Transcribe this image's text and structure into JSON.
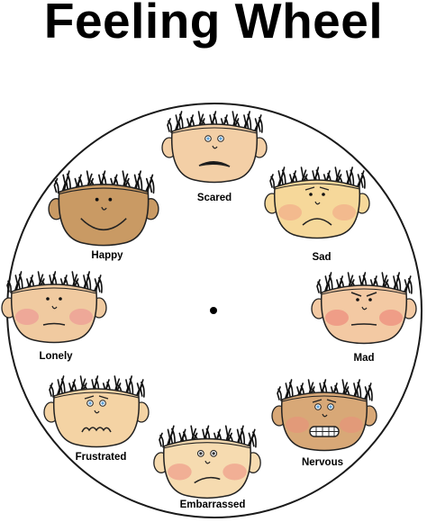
{
  "title": "Feeling Wheel",
  "emotions": [
    {
      "label": "Scared",
      "skin": "#f3cfa6",
      "cheek": "none"
    },
    {
      "label": "Sad",
      "skin": "#f6d89a",
      "cheek": "#f2b08a"
    },
    {
      "label": "Mad",
      "skin": "#f3c9a3",
      "cheek": "#ee8d7e"
    },
    {
      "label": "Nervous",
      "skin": "#d8a877",
      "cheek": "#e5957a"
    },
    {
      "label": "Embarrassed",
      "skin": "#f6dbb0",
      "cheek": "#efa08c"
    },
    {
      "label": "Frustrated",
      "skin": "#f4d3a4",
      "cheek": "none"
    },
    {
      "label": "Lonely",
      "skin": "#f0caa0",
      "cheek": "#ee9c95"
    },
    {
      "label": "Happy",
      "skin": "#c99a64",
      "cheek": "none"
    }
  ],
  "colors": {
    "outline": "#222222",
    "hair": "#111111",
    "iris": "#5aa0d8"
  }
}
